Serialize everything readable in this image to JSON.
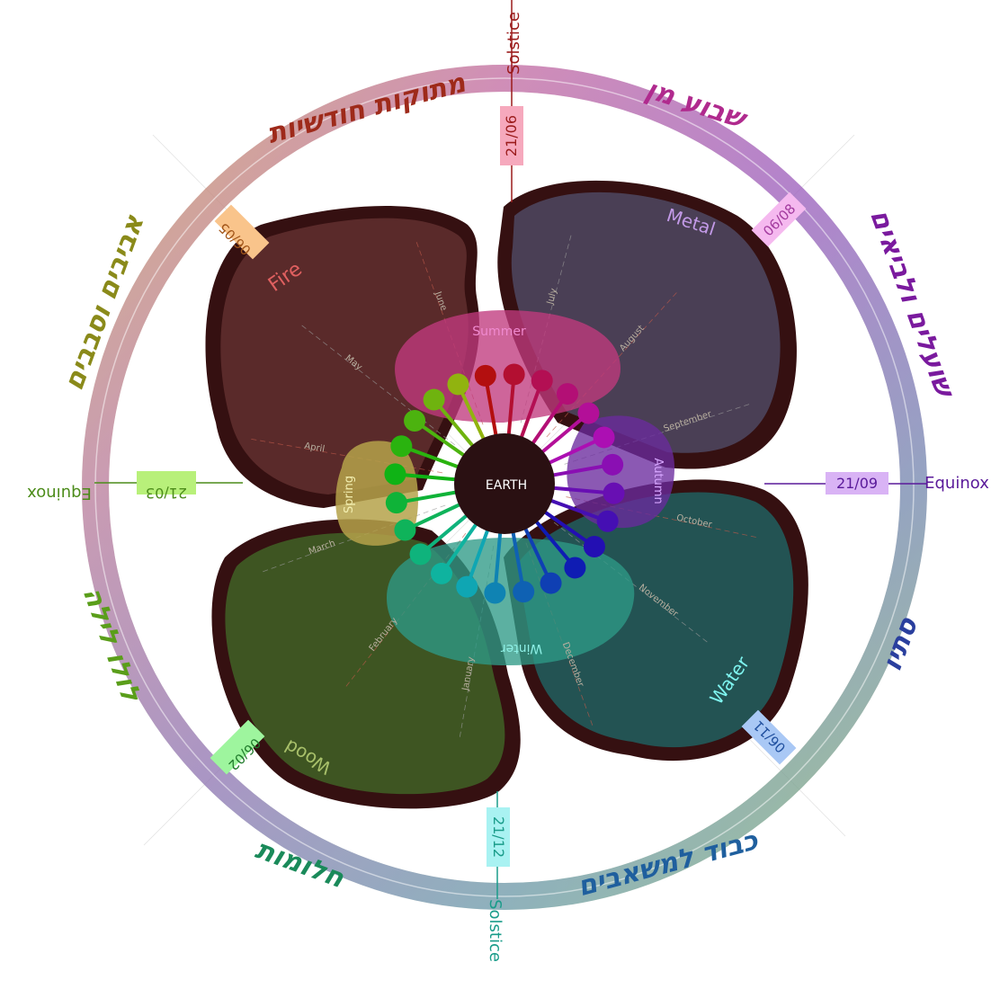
{
  "center_label": "EARTH",
  "cardinal": {
    "top": {
      "label": "Solstice",
      "date": "21/06",
      "color": "#9b1b1b",
      "box": "#f6a9bd"
    },
    "right": {
      "label": "Equinox",
      "date": "21/09",
      "color": "#5a1a9a",
      "box": "#d9b3f5"
    },
    "bottom": {
      "label": "Solstice",
      "date": "21/12",
      "color": "#1a9c8a",
      "box": "#a9f2f2"
    },
    "left": {
      "label": "Equinox",
      "date": "21/03",
      "color": "#4c8c1a",
      "box": "#b8f07a"
    }
  },
  "cross_quarter": [
    {
      "date": "06/08",
      "color": "#a23a9e",
      "box": "#f5b9ef"
    },
    {
      "date": "06/11",
      "color": "#1f4f9e",
      "box": "#a9c8f5"
    },
    {
      "date": "06/02",
      "color": "#1f7a2a",
      "box": "#9ef59e"
    },
    {
      "date": "06/05",
      "color": "#a2561a",
      "box": "#f9c48b"
    }
  ],
  "elements": {
    "fire": {
      "label": "Fire",
      "color": "#e06060",
      "fill": "#5a2a2a"
    },
    "metal": {
      "label": "Metal",
      "color": "#c39ae8",
      "fill": "#4a3f55"
    },
    "water": {
      "label": "Water",
      "color": "#7ff5f0",
      "fill": "#235353"
    },
    "wood": {
      "label": "Wood",
      "color": "#a8c06a",
      "fill": "#3e5522"
    }
  },
  "seasons": {
    "summer": {
      "label": "Summer",
      "color": "#f08ad0",
      "fill": "#c03a7d"
    },
    "autumn": {
      "label": "Autumn",
      "color": "#d7a6ff",
      "fill": "#6a2a9e"
    },
    "winter": {
      "label": "Winter",
      "color": "#8ff0e6",
      "fill": "#2e9a86"
    },
    "spring": {
      "label": "Spring",
      "color": "#f3efb0",
      "fill": "#b5a24a"
    }
  },
  "months": [
    "July",
    "August",
    "September",
    "October",
    "November",
    "December",
    "January",
    "February",
    "March",
    "April",
    "May",
    "June"
  ],
  "hebrew": {
    "top_left": "מתוקות חודשיות",
    "top_right": "שבוע מן",
    "upper_right": "שועלים ולביאים",
    "lower_right": "סתיו",
    "bottom_right": "כבוד למשאבים",
    "bottom_left": "חלומות",
    "lower_left": "לולו לילה",
    "upper_left": "אביבים וסבבים"
  },
  "colors": {
    "ring_top": "#c55a9a",
    "ring_right": "#8d52c8",
    "ring_bottom": "#4f7fc0",
    "ring_left": "#8fbf5f",
    "outline": "#3a0f12",
    "center": "#2a1012"
  }
}
